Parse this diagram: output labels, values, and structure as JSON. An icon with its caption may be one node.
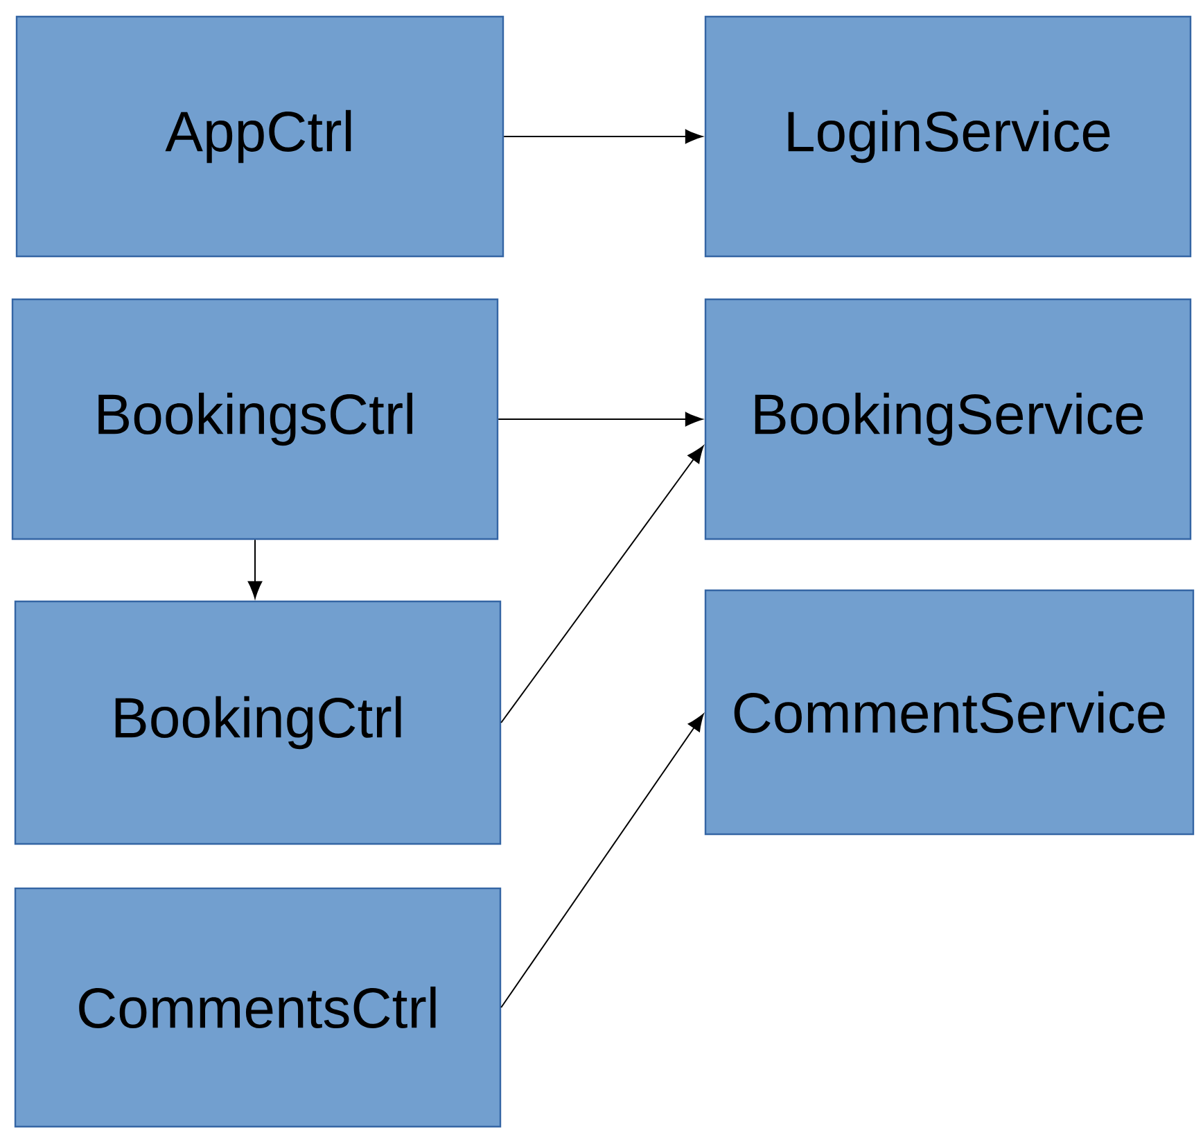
{
  "diagram": {
    "nodes": [
      {
        "text": [
          "AppCtrl"
        ]
      },
      {
        "text": [
          "LoginService"
        ]
      },
      {
        "text": [
          "BookingsCtrl"
        ]
      },
      {
        "text": [
          "BookingService"
        ]
      },
      {
        "text": [
          "BookingCtrl"
        ]
      },
      {
        "text": [
          "CommentService"
        ]
      },
      {
        "text": [
          "CommentsCtrl"
        ]
      }
    ],
    "edges": [
      {
        "from": 0,
        "to": 1,
        "arrow": "to"
      },
      {
        "from": 2,
        "to": 3,
        "arrow": "to"
      },
      {
        "from": 2,
        "to": 4,
        "arrow": "to"
      },
      {
        "from": 4,
        "to": 3,
        "arrow": "to"
      },
      {
        "from": 6,
        "to": 5,
        "arrow": "to"
      }
    ]
  }
}
